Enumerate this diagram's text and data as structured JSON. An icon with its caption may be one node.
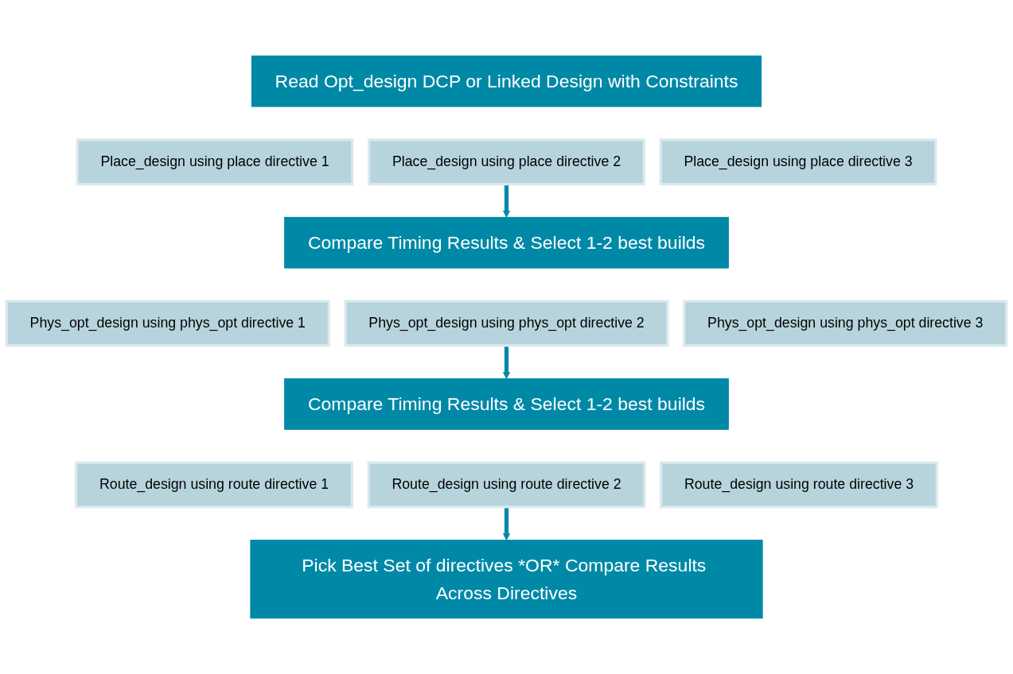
{
  "diagram": {
    "nodes": [
      {
        "text": [
          "Read Opt_design DCP or Linked Design with Constraints"
        ]
      },
      {
        "text": [
          "Place_design using place directive 1"
        ]
      },
      {
        "text": [
          "Place_design using place directive 2"
        ]
      },
      {
        "text": [
          "Place_design using place directive 3"
        ]
      },
      {
        "text": [
          "Compare Timing Results & Select 1-2 best builds"
        ]
      },
      {
        "text": [
          "Phys_opt_design using phys_opt directive 1"
        ]
      },
      {
        "text": [
          "Phys_opt_design using phys_opt directive 2"
        ]
      },
      {
        "text": [
          "Phys_opt_design using phys_opt directive 3"
        ]
      },
      {
        "text": [
          "Compare Timing Results & Select 1-2 best builds"
        ]
      },
      {
        "text": [
          "Route_design using route directive 1"
        ]
      },
      {
        "text": [
          "Route_design using route directive 2"
        ]
      },
      {
        "text": [
          "Route_design using route directive 3"
        ]
      },
      {
        "text": [
          "Pick Best Set of directives *OR* Compare Results Across Directives"
        ]
      }
    ],
    "edges": [
      {
        "from": 2,
        "to": 4,
        "arrow": "to"
      },
      {
        "from": 6,
        "to": 8,
        "arrow": "to"
      },
      {
        "from": 10,
        "to": 12,
        "arrow": "to"
      }
    ]
  }
}
